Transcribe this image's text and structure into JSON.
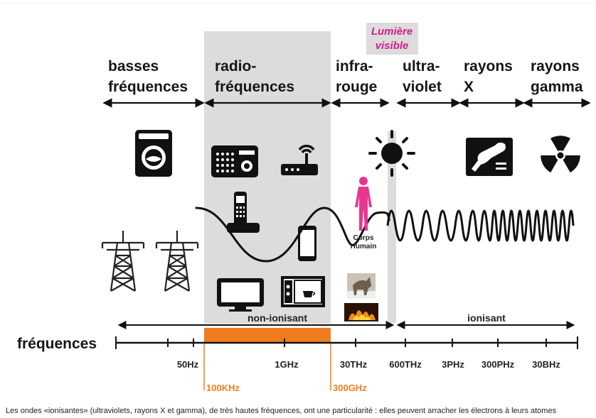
{
  "bands": [
    {
      "line1": "basses",
      "line2": "fréquences"
    },
    {
      "line1": "radio-",
      "line2": "fréquences"
    },
    {
      "line1": "infra-",
      "line2": "rouge"
    },
    {
      "line1": "ultra-",
      "line2": "violet"
    },
    {
      "line1": "rayons",
      "line2": "X"
    },
    {
      "line1": "rayons",
      "line2": "gamma"
    }
  ],
  "visible_label": {
    "line1": "Lumière",
    "line2": "visible"
  },
  "body_label": {
    "line1": "Corps",
    "line2": "Humain"
  },
  "categories": {
    "non_ionising": "non-ionisant",
    "ionising": "ionisant"
  },
  "axis_label": "fréquences",
  "ticks": [
    "50Hz",
    "1GHz",
    "30THz",
    "600THz",
    "3PHz",
    "300PHz",
    "30BHz"
  ],
  "range_ticks": [
    "100KHz",
    "300GHz"
  ],
  "caption": "Les ondes «ionisantes» (ultraviolets, rayons X et gamma), de très hautes fréquences, ont une particularité : elles peuvent arracher les électrons à leurs atomes",
  "colors": {
    "radio_band": "#dcdcdc",
    "range_highlight": "#ee7d1f",
    "visible_label": "#d81b8c",
    "human": "#e8368f"
  },
  "icons": [
    "washing-machine-icon",
    "radio-icon",
    "wifi-router-icon",
    "cordless-phone-icon",
    "smartphone-icon",
    "television-icon",
    "microwave-icon",
    "human-figure-icon",
    "sun-icon",
    "x-ray-icon",
    "radiation-icon",
    "pylon-icon",
    "wolf-photo-icon",
    "fire-photo-icon"
  ]
}
